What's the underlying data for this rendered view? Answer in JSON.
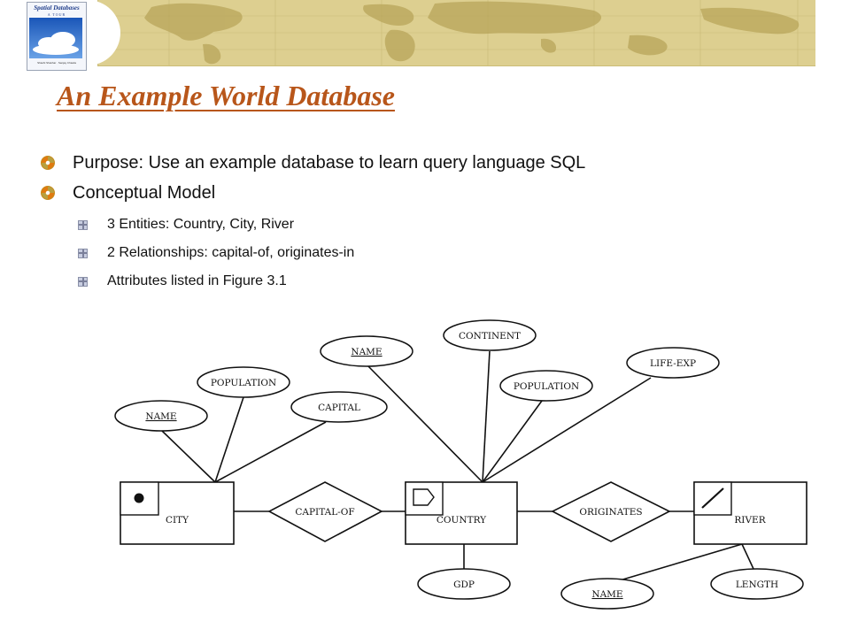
{
  "book_cover": {
    "title": "Spatial Databases",
    "subtitle": "A TOUR",
    "authors": "Shashi Shekhar · Sanjay Chawla"
  },
  "slide": {
    "title": "An Example World Database",
    "bullets": [
      {
        "text": "Purpose: Use an example database to learn query language SQL"
      },
      {
        "text": "Conceptual Model"
      }
    ],
    "sub_bullets": [
      {
        "text": "3 Entities: Country, City, River"
      },
      {
        "text": "2 Relationships: capital-of, originates-in"
      },
      {
        "text": "Attributes listed in Figure 3.1"
      }
    ]
  },
  "diagram": {
    "entities": {
      "city": "CITY",
      "country": "COUNTRY",
      "river": "RIVER"
    },
    "relationships": {
      "capital_of": "CAPITAL-OF",
      "originates": "ORIGINATES"
    },
    "attributes": {
      "city_name": "NAME",
      "city_population": "POPULATION",
      "city_capital": "CAPITAL",
      "country_name": "NAME",
      "country_continent": "CONTINENT",
      "country_population": "POPULATION",
      "country_life_exp": "LIFE-EXP",
      "country_gdp": "GDP",
      "river_name": "NAME",
      "river_length": "LENGTH"
    }
  },
  "colors": {
    "title": "#b8561a",
    "map_background": "#ddcf90",
    "bullet_icon": "#e07a10"
  }
}
